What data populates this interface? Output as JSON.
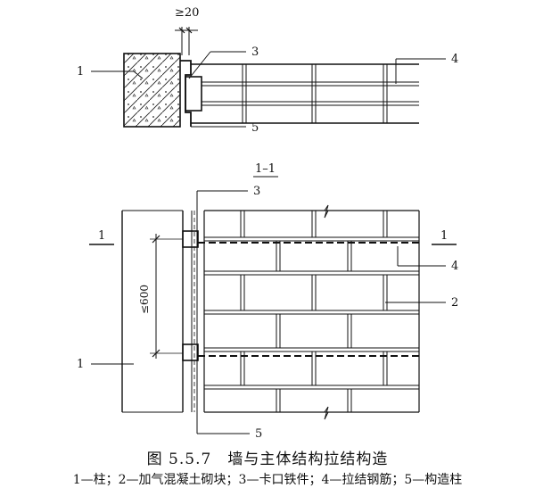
{
  "diagram": {
    "dimension_top": "≥20",
    "section_mark": "1–1",
    "dimension_vertical": "≤600",
    "callouts": {
      "top_1": "1",
      "top_3": "3",
      "top_4": "4",
      "top_5": "5",
      "elev_3": "3",
      "elev_4": "4",
      "elev_2": "2",
      "elev_1": "1",
      "elev_5": "5",
      "cut_left": "1",
      "cut_right": "1"
    }
  },
  "caption": {
    "title": "图 5.5.7　墙与主体结构拉结构造",
    "legend": "1—柱；2—加气混凝土砌块；3—卡口铁件；4—拉结钢筋；5—构造柱"
  }
}
